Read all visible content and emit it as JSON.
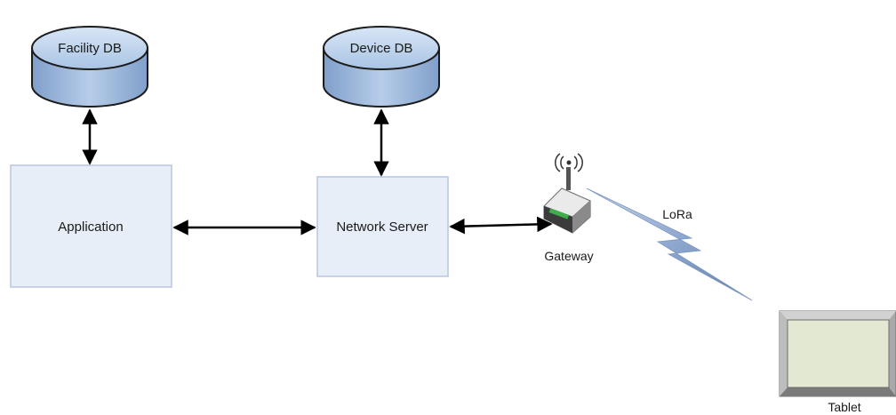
{
  "diagram": {
    "nodes": {
      "facility_db": {
        "label": "Facility DB",
        "shape": "database"
      },
      "device_db": {
        "label": "Device DB",
        "shape": "database"
      },
      "application": {
        "label": "Application",
        "shape": "box"
      },
      "network_server": {
        "label": "Network Server",
        "shape": "box"
      },
      "gateway": {
        "label": "Gateway",
        "shape": "gateway-icon"
      },
      "tablet": {
        "label": "Tablet",
        "shape": "tablet-icon"
      }
    },
    "links": [
      {
        "from": "facility_db",
        "to": "application",
        "type": "bidirectional"
      },
      {
        "from": "device_db",
        "to": "network_server",
        "type": "bidirectional"
      },
      {
        "from": "application",
        "to": "network_server",
        "type": "bidirectional"
      },
      {
        "from": "network_server",
        "to": "gateway",
        "type": "bidirectional"
      },
      {
        "from": "gateway",
        "to": "tablet",
        "type": "wireless",
        "label": "LoRa"
      }
    ],
    "colors": {
      "db_fill": "#a9c4e4",
      "db_top": "#c9dcf1",
      "box_fill": "#e8eef8",
      "box_stroke": "#b8c6de",
      "arrow": "#000000",
      "lightning": "#8fa8cf",
      "tablet_screen": "#e2e8d2",
      "tablet_frame": "#8f8f8f"
    }
  }
}
